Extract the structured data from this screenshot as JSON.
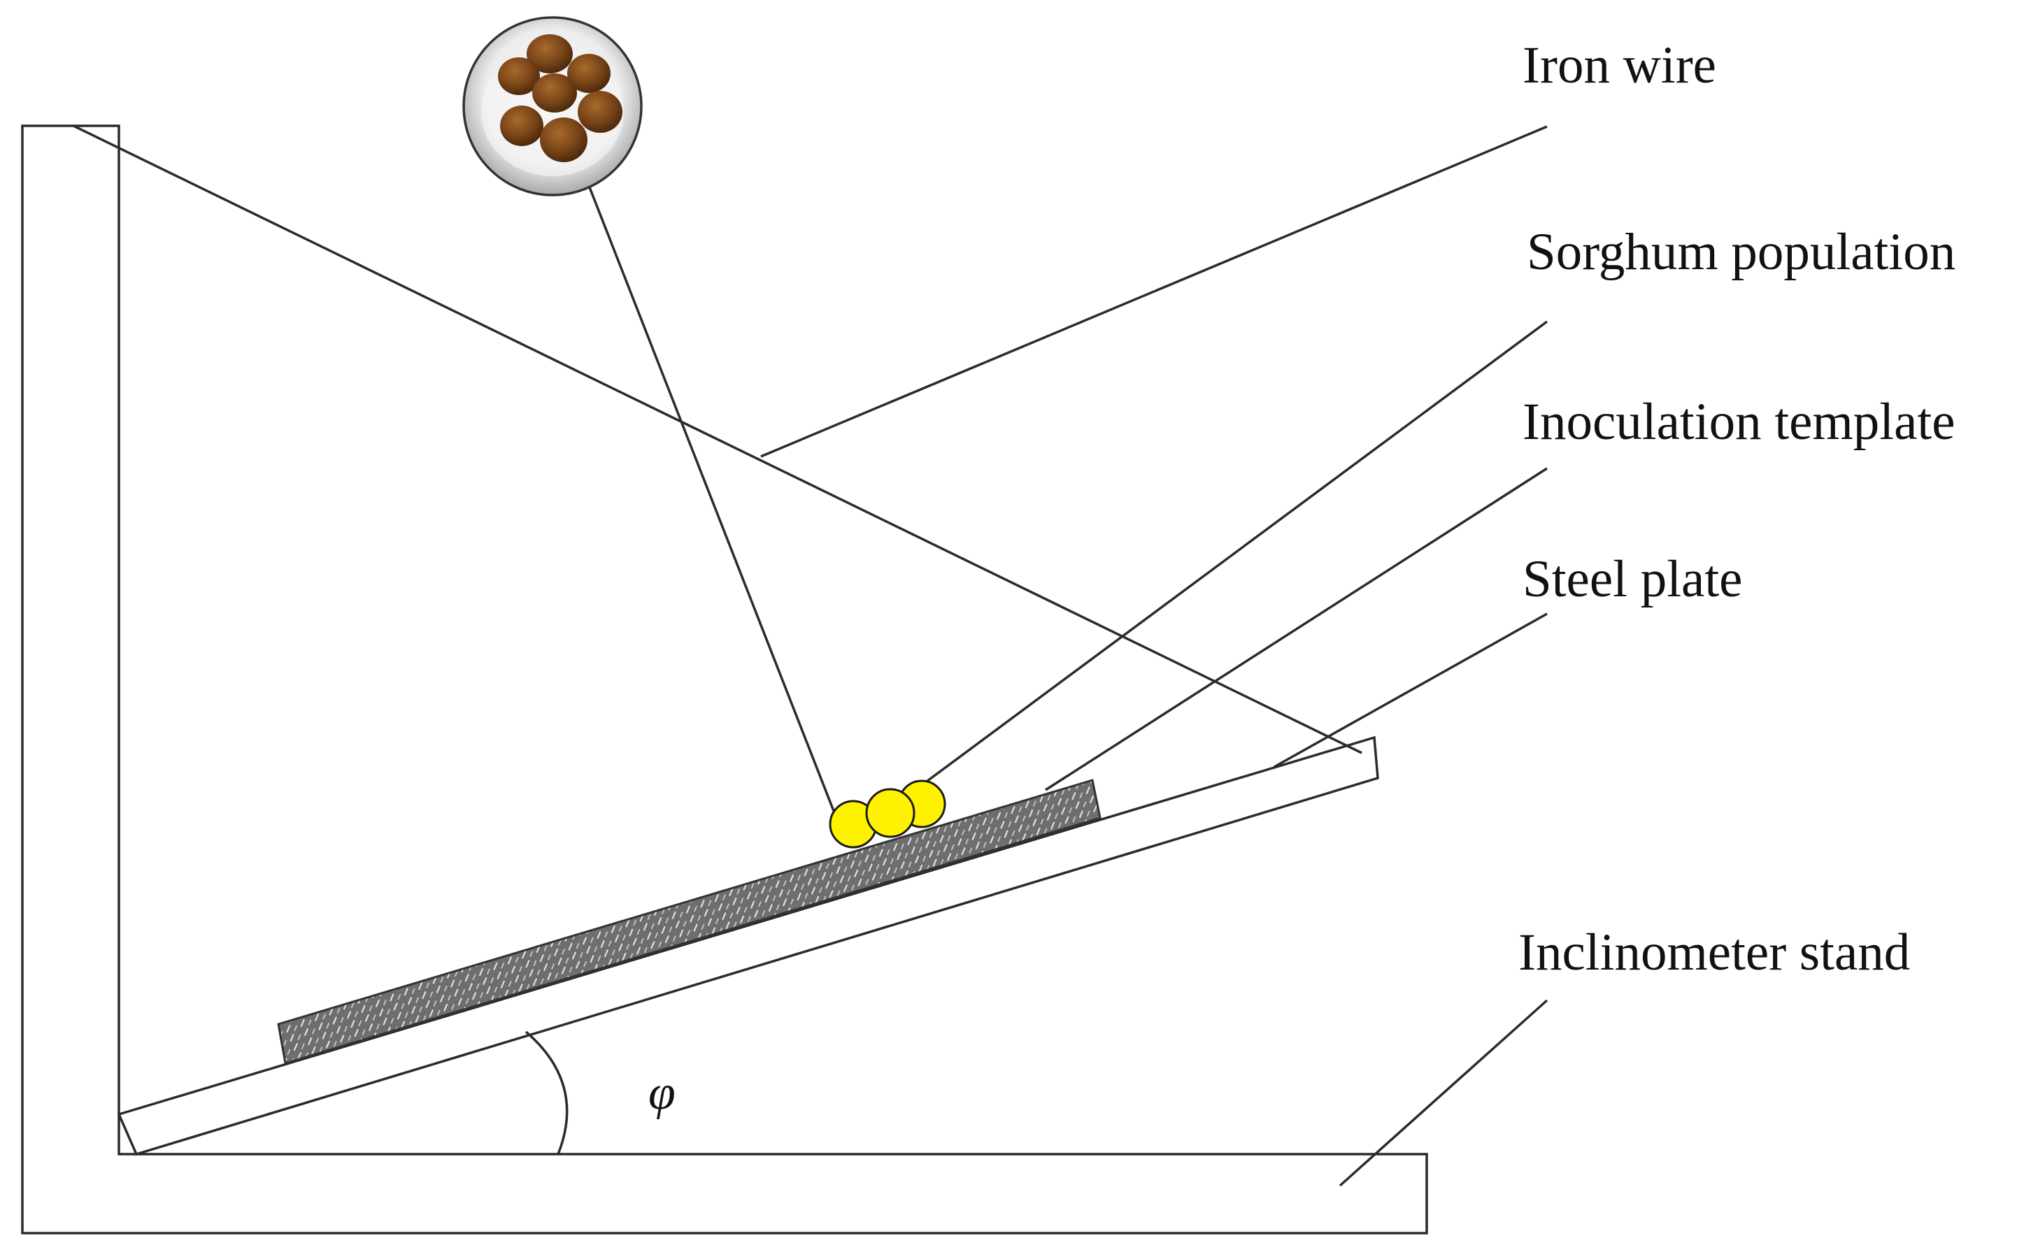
{
  "labels": {
    "iron_wire": "Iron wire",
    "sorghum_population": "Sorghum population",
    "inoculation_template": "Inoculation template",
    "steel_plate": "Steel plate",
    "inclinometer_stand": "Inclinometer stand",
    "angle_symbol": "φ"
  },
  "colors": {
    "seed_fill": "#FFF200",
    "template_fill": "#707070",
    "line": "#2b2b2b",
    "background": "#ffffff"
  }
}
